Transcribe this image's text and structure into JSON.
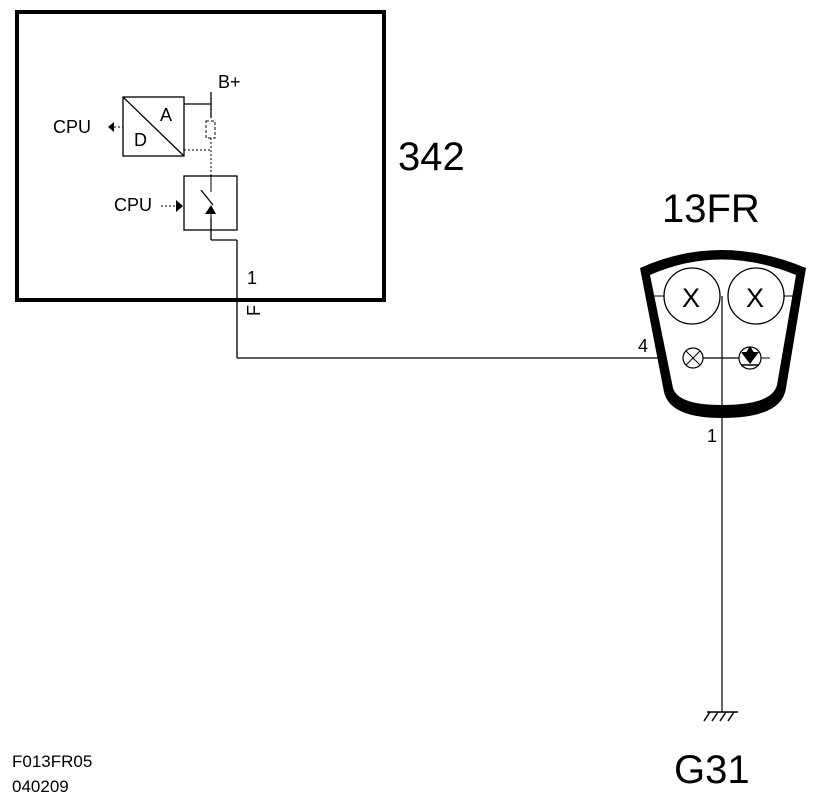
{
  "module": {
    "id": "342",
    "supply_label": "B+",
    "adc_top_label": "A",
    "adc_bottom_label": "D",
    "cpu_out_label": "CPU",
    "cpu_in_label": "CPU",
    "pin_number": "1",
    "pin_wire_label": "F"
  },
  "lamp_unit": {
    "id": "13FR",
    "pin_in": "4",
    "pin_out": "1",
    "bulb_symbols": [
      "X",
      "X"
    ]
  },
  "ground": {
    "id": "G31"
  },
  "footer": {
    "drawing_code": "F013FR05",
    "date_code": "040209"
  }
}
